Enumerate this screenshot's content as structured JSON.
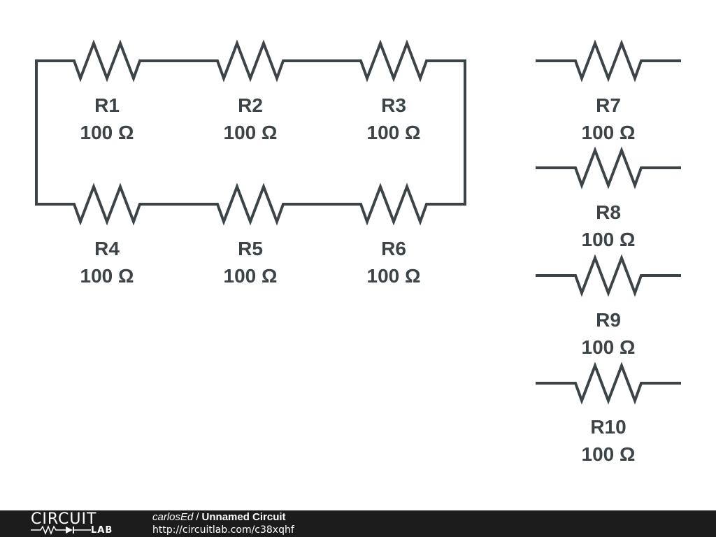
{
  "diagram": {
    "resistors": [
      {
        "id": "R1",
        "value": "100 Ω"
      },
      {
        "id": "R2",
        "value": "100 Ω"
      },
      {
        "id": "R3",
        "value": "100 Ω"
      },
      {
        "id": "R4",
        "value": "100 Ω"
      },
      {
        "id": "R5",
        "value": "100 Ω"
      },
      {
        "id": "R6",
        "value": "100 Ω"
      },
      {
        "id": "R7",
        "value": "100 Ω"
      },
      {
        "id": "R8",
        "value": "100 Ω"
      },
      {
        "id": "R9",
        "value": "100 Ω"
      },
      {
        "id": "R10",
        "value": "100 Ω"
      }
    ]
  },
  "footer": {
    "logo_top": "CIRCUIT",
    "logo_bottom": "LAB",
    "author": "carlosEd",
    "separator": "/",
    "circuit_title": "Unnamed Circuit",
    "url": "http://circuitlab.com/c38xqhf"
  },
  "colors": {
    "stroke": "#3d4448",
    "footer_bg": "#1c1c1c",
    "background": "#ffffff"
  }
}
